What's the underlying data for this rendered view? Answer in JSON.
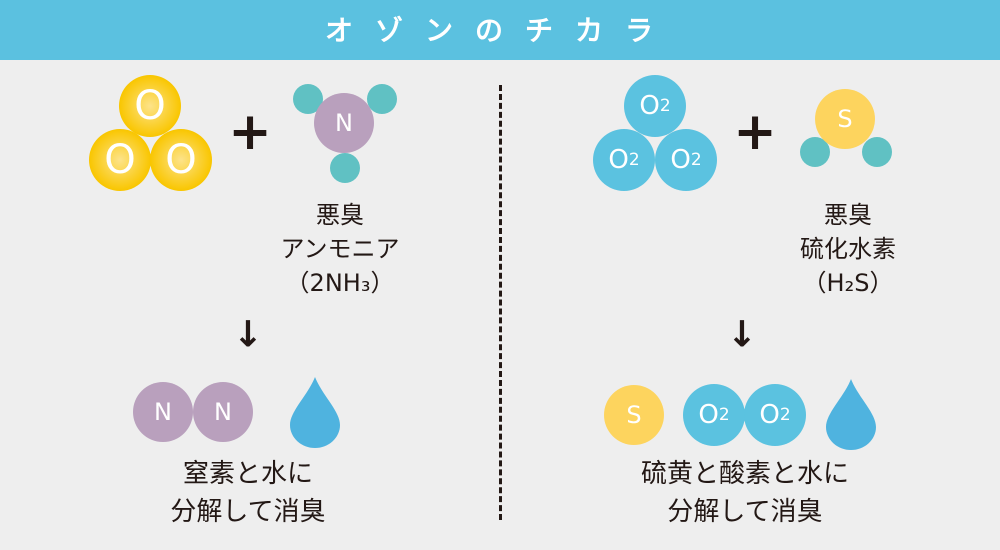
{
  "title": "オゾンのチカラ",
  "left": {
    "reactant_atom": "O",
    "plus": "+",
    "molecule_atom": "N",
    "gas_lines": [
      "悪臭",
      "アンモニア",
      "（2NH₃）"
    ],
    "arrow": "↓",
    "products": [
      "N",
      "N"
    ],
    "result_lines": [
      "窒素と水に",
      "分解して消臭"
    ]
  },
  "right": {
    "reactant_atom": "O",
    "reactant_sub": "2",
    "plus": "+",
    "molecule_atom": "S",
    "gas_lines": [
      "悪臭",
      "硫化水素",
      "（H₂S）"
    ],
    "arrow": "↓",
    "products": [
      "S",
      "O",
      "O"
    ],
    "result_lines": [
      "硫黄と酸素と水に",
      "分解して消臭"
    ]
  },
  "colors": {
    "header": "#5bc1e0",
    "ozone": "#f9c600",
    "nitrogen": "#b9a0bd",
    "hydrogen": "#60c1c3",
    "oxygen": "#5bc2e0",
    "sulfur": "#fdd45e",
    "water": "#4fb3df"
  }
}
